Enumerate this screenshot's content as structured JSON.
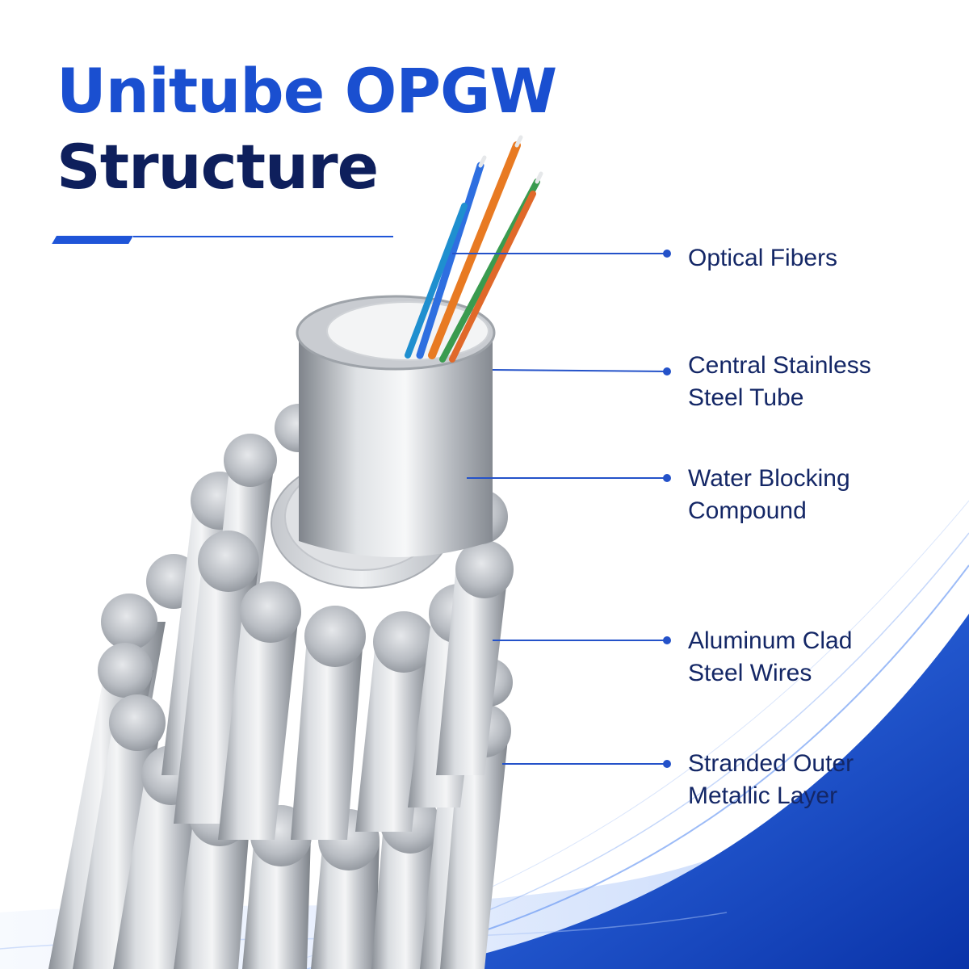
{
  "title": {
    "line1": "Unitube OPGW",
    "line2": "Structure"
  },
  "colors": {
    "title_line1": "#1a4fd0",
    "title_line2": "#0e1f5c",
    "accent": "#1f55d8",
    "label_text": "#142766",
    "leader": "#2452c9",
    "wave_dark": "#0c39b8",
    "wave_light": "#2c6ff0"
  },
  "labels": [
    {
      "id": "optical-fibers",
      "lines": [
        "Optical Fibers"
      ]
    },
    {
      "id": "central-tube",
      "lines": [
        "Central Stainless",
        "Steel Tube"
      ]
    },
    {
      "id": "water-blocking",
      "lines": [
        "Water Blocking",
        "Compound"
      ]
    },
    {
      "id": "acs-wires",
      "lines": [
        "Aluminum Clad",
        "Steel Wires"
      ]
    },
    {
      "id": "outer-layer",
      "lines": [
        "Stranded Outer",
        "Metallic Layer"
      ]
    }
  ]
}
